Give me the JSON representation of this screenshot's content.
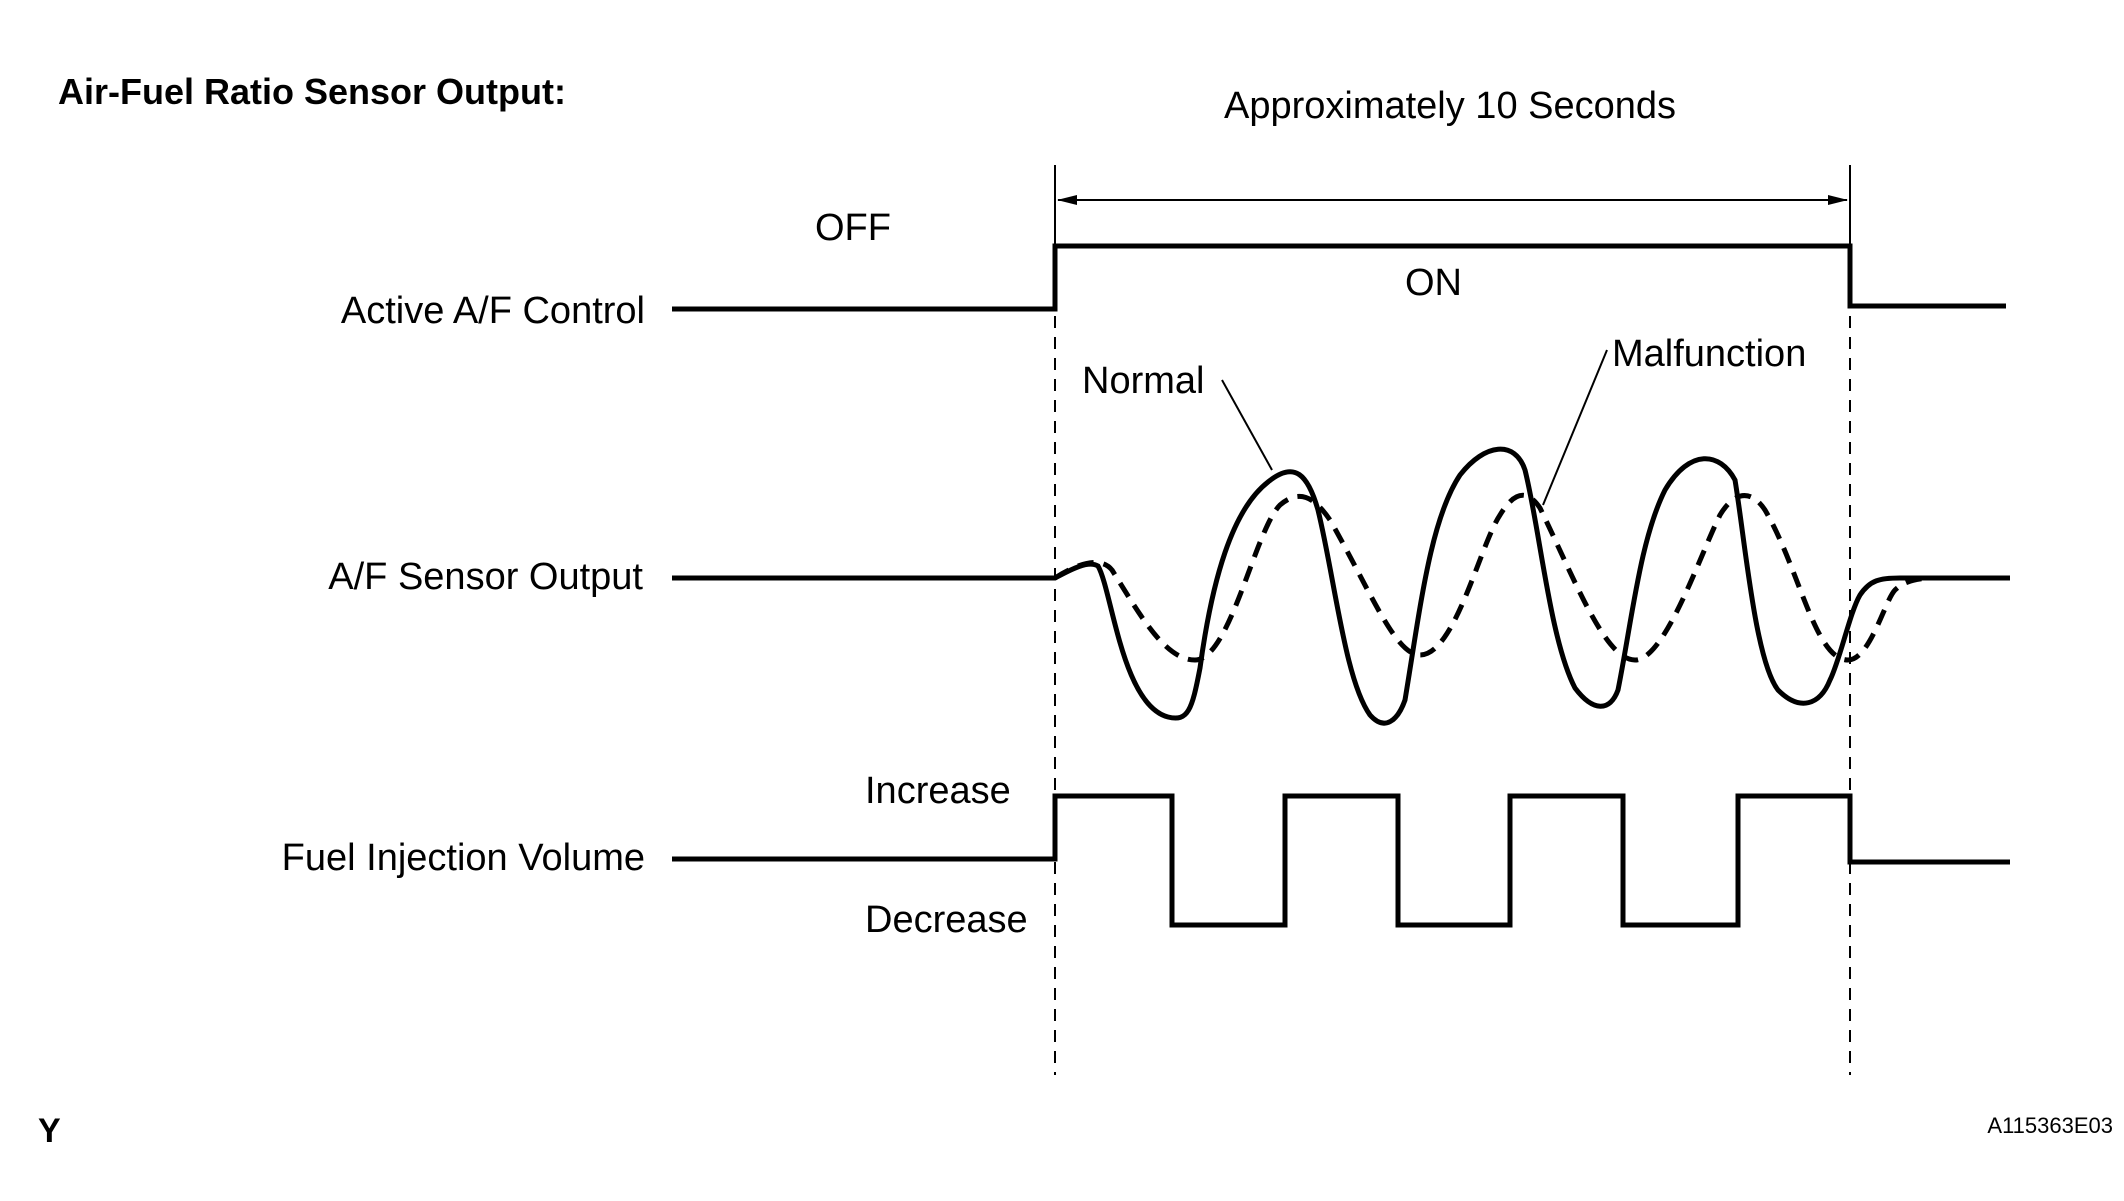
{
  "title": "Air-Fuel Ratio Sensor Output:",
  "duration_label": "Approximately 10 Seconds",
  "active_af_control": {
    "label": "Active A/F Control",
    "off_label": "OFF",
    "on_label": "ON"
  },
  "af_sensor_output": {
    "label": "A/F Sensor Output",
    "normal_label": "Normal",
    "malfunction_label": "Malfunction"
  },
  "fuel_injection_volume": {
    "label": "Fuel Injection Volume",
    "increase_label": "Increase",
    "decrease_label": "Decrease"
  },
  "corner_mark": "Y",
  "figure_code": "A115363E03"
}
